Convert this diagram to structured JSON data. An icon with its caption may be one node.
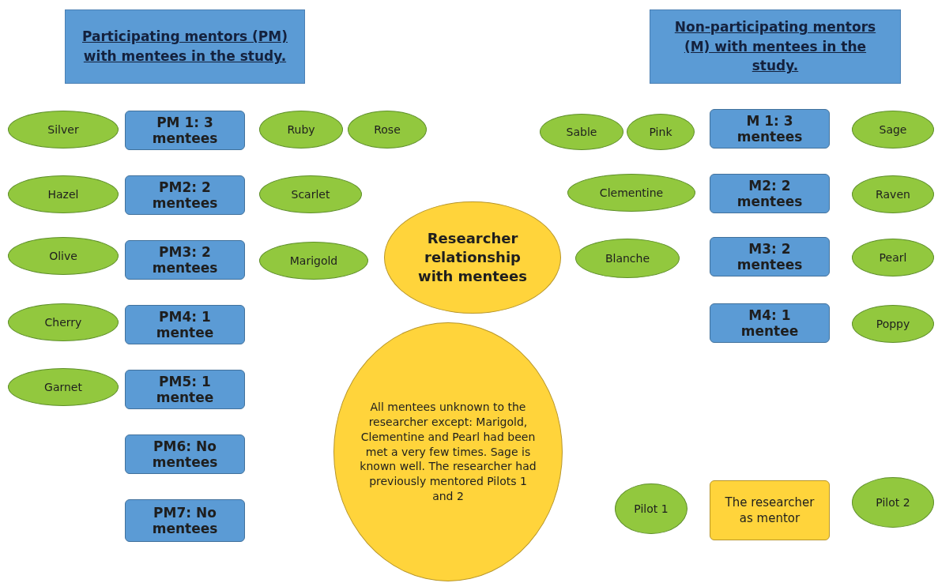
{
  "diagram": {
    "nodes": [
      {
        "text": [
          "Participating mentors (PM) with mentees in the study."
        ]
      },
      {
        "text": [
          "Non-participating mentors (M) with mentees in the study."
        ]
      },
      {
        "text": [
          "Silver"
        ]
      },
      {
        "text": [
          "PM 1: 3 mentees"
        ]
      },
      {
        "text": [
          "Ruby"
        ]
      },
      {
        "text": [
          "Rose"
        ]
      },
      {
        "text": [
          "Sable"
        ]
      },
      {
        "text": [
          "Pink"
        ]
      },
      {
        "text": [
          "M 1: 3 mentees"
        ]
      },
      {
        "text": [
          "Sage"
        ]
      },
      {
        "text": [
          "Hazel"
        ]
      },
      {
        "text": [
          "PM2: 2 mentees"
        ]
      },
      {
        "text": [
          "Scarlet"
        ]
      },
      {
        "text": [
          "Clementine"
        ]
      },
      {
        "text": [
          "M2: 2 mentees"
        ]
      },
      {
        "text": [
          "Raven"
        ]
      },
      {
        "text": [
          "Researcher relationship with mentees"
        ]
      },
      {
        "text": [
          "Olive"
        ]
      },
      {
        "text": [
          "PM3: 2 mentees"
        ]
      },
      {
        "text": [
          "Marigold"
        ]
      },
      {
        "text": [
          "Blanche"
        ]
      },
      {
        "text": [
          "M3: 2 mentees"
        ]
      },
      {
        "text": [
          "Pearl"
        ]
      },
      {
        "text": [
          "Cherry"
        ]
      },
      {
        "text": [
          "PM4: 1 mentee"
        ]
      },
      {
        "text": [
          "M4: 1 mentee"
        ]
      },
      {
        "text": [
          "Poppy"
        ]
      },
      {
        "text": [
          "All mentees unknown to the researcher except: Marigold, Clementine and Pearl had been met a very few times. Sage is known well. The researcher had previously mentored Pilots 1 and 2"
        ]
      },
      {
        "text": [
          "Garnet"
        ]
      },
      {
        "text": [
          "PM5: 1 mentee"
        ]
      },
      {
        "text": [
          "PM6: No mentees"
        ]
      },
      {
        "text": [
          "Pilot 1"
        ]
      },
      {
        "text": [
          "The researcher as mentor"
        ]
      },
      {
        "text": [
          "Pilot 2"
        ]
      },
      {
        "text": [
          "PM7: No mentees"
        ]
      }
    ],
    "edges": []
  }
}
